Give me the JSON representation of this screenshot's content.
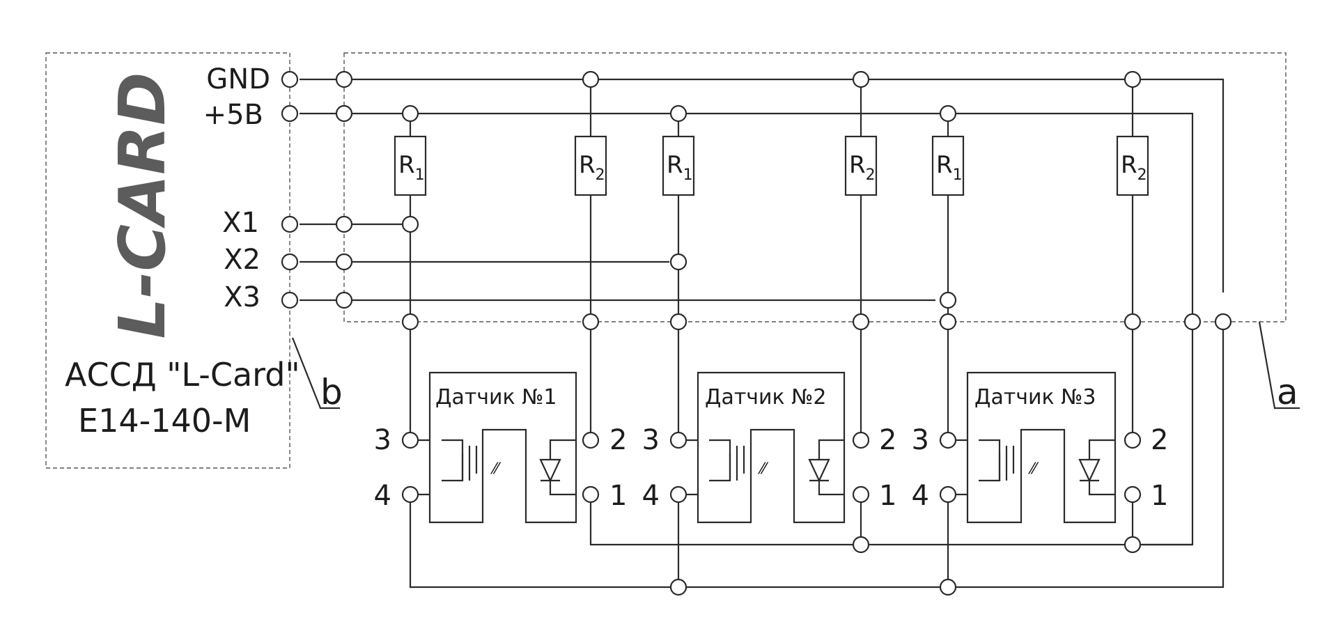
{
  "device": {
    "logo": "L-CARD",
    "title_line1": "АССД \"L-Card\"",
    "title_line2": "E14-140-M",
    "callout": "b"
  },
  "terminals": [
    "GND",
    "+5В",
    "X1",
    "X2",
    "X3"
  ],
  "board_callout": "a",
  "resistors": [
    "R",
    "R",
    "R",
    "R",
    "R",
    "R"
  ],
  "resistor_subscripts": [
    "1",
    "2",
    "1",
    "2",
    "1",
    "2"
  ],
  "sensors": [
    {
      "title": "Датчик №1",
      "pins": [
        "3",
        "4",
        "2",
        "1"
      ]
    },
    {
      "title": "Датчик №2",
      "pins": [
        "3",
        "4",
        "2",
        "1"
      ]
    },
    {
      "title": "Датчик №3",
      "pins": [
        "3",
        "4",
        "2",
        "1"
      ]
    }
  ]
}
